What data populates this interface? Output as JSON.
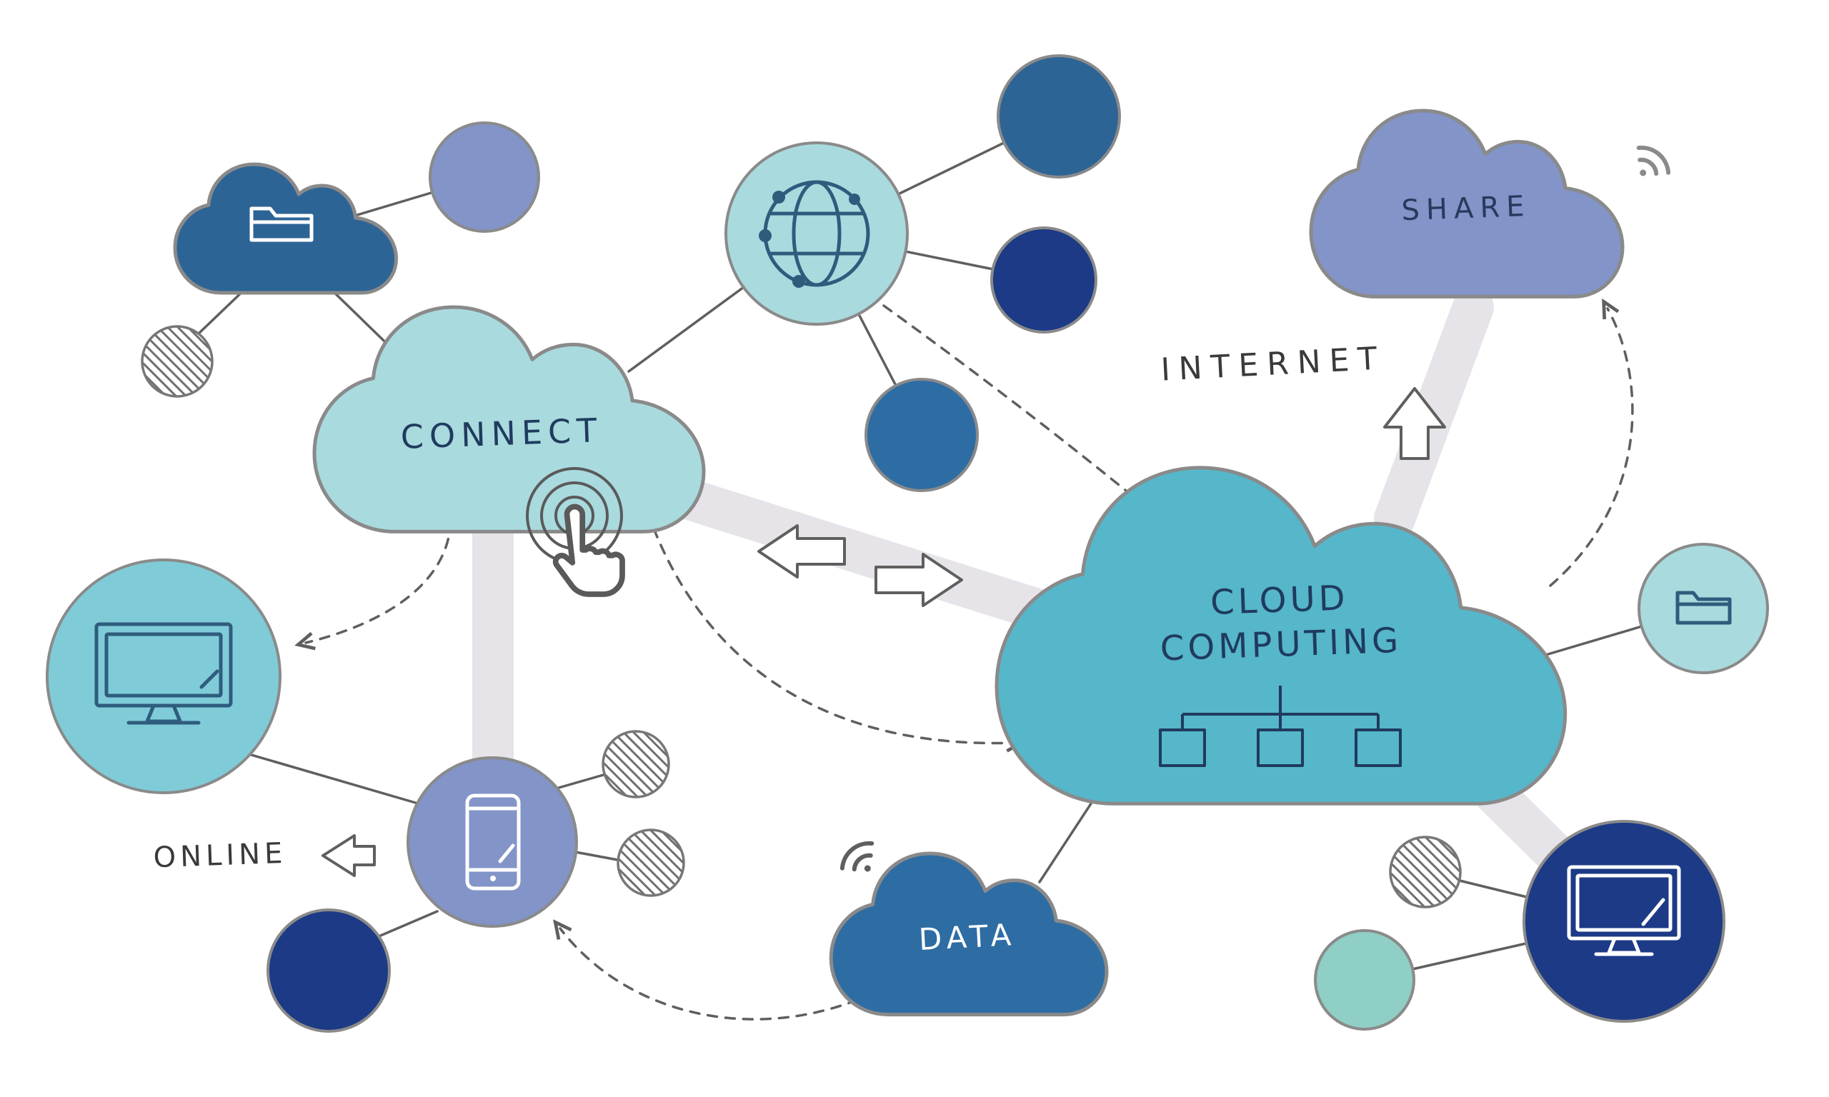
{
  "labels": {
    "connect": "CONNECT",
    "share": "SHARE",
    "internet": "INTERNET",
    "cloud_line1": "CLOUD",
    "cloud_line2": "COMPUTING",
    "online": "ONLINE",
    "data": "DATA"
  },
  "icons": [
    "folder-icon",
    "globe-icon",
    "monitor-icon",
    "smartphone-icon",
    "wifi-icon",
    "hierarchy-icon",
    "cursor-click-icon",
    "arrow-left-icon",
    "arrow-up-icon",
    "double-arrow-icon"
  ],
  "colors": {
    "cloud_dark_blue": "#2d6496",
    "cloud_light_teal": "#a9dade",
    "cloud_periwinkle": "#8294c8",
    "cloud_teal": "#56b6ca",
    "cloud_medium_blue": "#2e6da3",
    "circle_dark_blue": "#2d6496",
    "circle_navy": "#1c3a85",
    "circle_medium_blue": "#2e6da3",
    "circle_periwinkle": "#8294c8",
    "circle_light_teal": "#a9dade",
    "circle_teal": "#7fccd8",
    "circle_teal_green": "#8fcfc5",
    "band_gray": "#e7e4e9",
    "line_gray": "#5f5f5f",
    "outline_gray": "#8a8a8a",
    "icon_dark": "#2f5c7d",
    "text_navy": "#1f3b5e",
    "text_dark": "#3a3a3a",
    "white": "#ffffff"
  }
}
